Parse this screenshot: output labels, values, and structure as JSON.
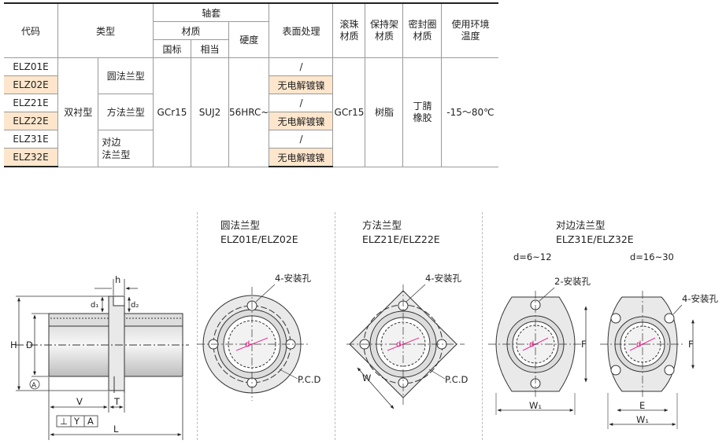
{
  "table": {
    "headers": {
      "code": "代码",
      "type": "类型",
      "sleeve": "轴套",
      "material": "材质",
      "national": "国标",
      "equivalent": "相当",
      "hardness": "硬度",
      "surface": "表面处理",
      "ball_material_1": "滚珠",
      "ball_material_2": "材质",
      "cage_material_1": "保持架",
      "cage_material_2": "材质",
      "seal_material_1": "密封圈",
      "seal_material_2": "材质",
      "env_temp_1": "使用环境",
      "env_temp_2": "温度"
    },
    "codes": [
      "ELZ01E",
      "ELZ02E",
      "ELZ21E",
      "ELZ22E",
      "ELZ31E",
      "ELZ32E"
    ],
    "liner_type": "双衬型",
    "flange_round": "圆法兰型",
    "flange_square": "方法兰型",
    "flange_two_side_1": "对边",
    "flange_two_side_2": "法兰型",
    "national_std": "GCr15",
    "equivalent_std": "SUJ2",
    "hardness": "56HRC~",
    "surface_none": "/",
    "surface_plated": "无电解镀镍",
    "ball_material": "GCr15",
    "cage_material": "树脂",
    "seal_material_1": "丁腈",
    "seal_material_2": "橡胶",
    "temperature": "-15～80℃"
  },
  "drawings": {
    "side": {
      "h": "h",
      "d1": "d₁",
      "d2": "d₂",
      "H": "H",
      "D": "D",
      "A": "A",
      "V": "V",
      "T": "T",
      "L": "L",
      "tol_perp": "⊥",
      "tol_Y": "Y",
      "tol_A": "A"
    },
    "round": {
      "title": "圆法兰型",
      "codes": "ELZ01E/ELZ02E",
      "holes": "4-安装孔",
      "pcd": "P.C.D",
      "d": "d"
    },
    "square": {
      "title": "方法兰型",
      "codes": "ELZ21E/ELZ22E",
      "holes": "4-安装孔",
      "pcd": "P.C.D",
      "W": "W",
      "d": "d"
    },
    "two_side": {
      "title": "对边法兰型",
      "codes": "ELZ31E/ELZ32E",
      "range_small": "d=6~12",
      "range_large": "d=16~30",
      "holes_2": "2-安装孔",
      "holes_4": "4-安装孔",
      "F": "F",
      "W1": "W₁",
      "E": "E",
      "d": "d"
    }
  },
  "colors": {
    "highlight": "#fde6cc",
    "accent": "#e8007a",
    "part_fill": "#e9e9e9"
  }
}
